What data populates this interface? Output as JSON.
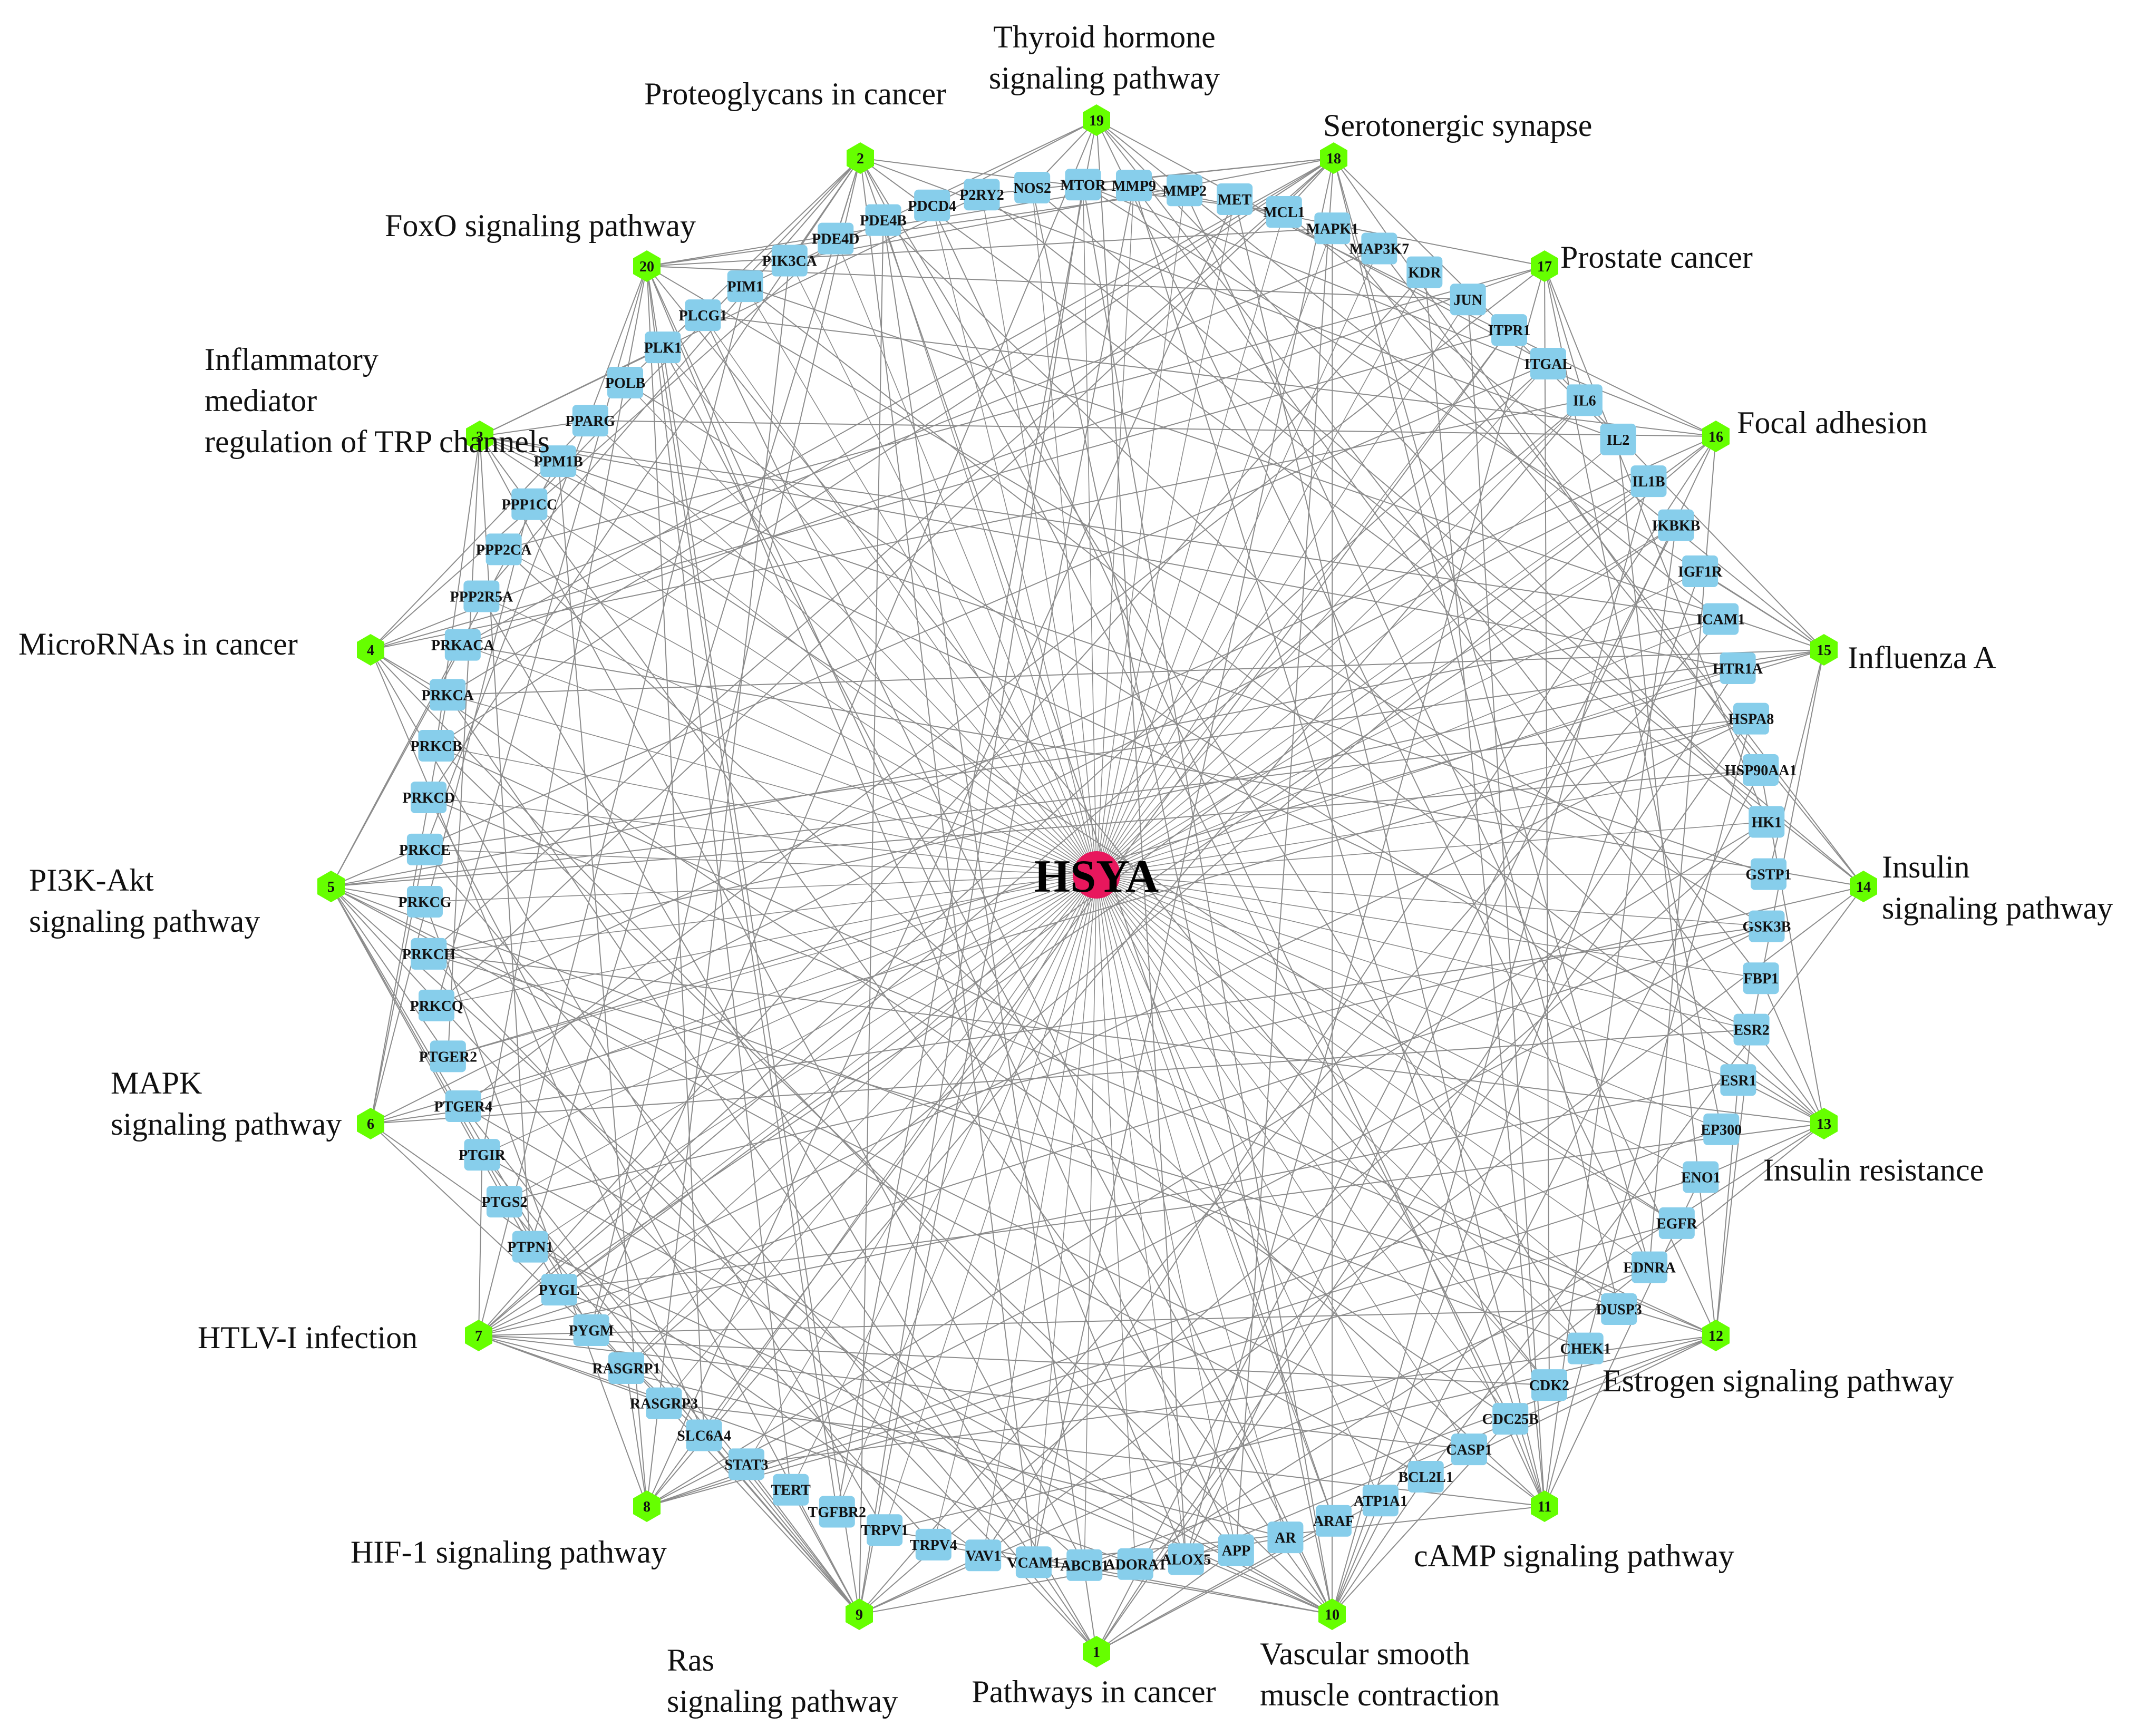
{
  "center": {
    "label": "HSYA",
    "color": "#e8175d"
  },
  "colors": {
    "pathway_node": "#66ff00",
    "gene_node": "#87ceeb",
    "edge": "#8c8c8c"
  },
  "pathways": [
    {
      "id": "1",
      "name": "Pathways in cancer"
    },
    {
      "id": "2",
      "name": "Proteoglycans in cancer"
    },
    {
      "id": "3",
      "name": "Inflammatory mediator regulation of TRP channels"
    },
    {
      "id": "4",
      "name": "MicroRNAs in cancer"
    },
    {
      "id": "5",
      "name": "PI3K-Akt signaling pathway"
    },
    {
      "id": "6",
      "name": "MAPK signaling pathway"
    },
    {
      "id": "7",
      "name": "HTLV-I infection"
    },
    {
      "id": "8",
      "name": "HIF-1 signaling pathway"
    },
    {
      "id": "9",
      "name": "Ras signaling pathway"
    },
    {
      "id": "10",
      "name": "Vascular smooth muscle contraction"
    },
    {
      "id": "11",
      "name": "cAMP signaling pathway"
    },
    {
      "id": "12",
      "name": "Estrogen signaling pathway"
    },
    {
      "id": "13",
      "name": "Insulin resistance"
    },
    {
      "id": "14",
      "name": "Insulin signaling pathway"
    },
    {
      "id": "15",
      "name": "Influenza A"
    },
    {
      "id": "16",
      "name": "Focal adhesion"
    },
    {
      "id": "17",
      "name": "Prostate cancer"
    },
    {
      "id": "18",
      "name": "Serotonergic synapse"
    },
    {
      "id": "19",
      "name": "Thyroid hormone signaling pathway"
    },
    {
      "id": "20",
      "name": "FoxO signaling pathway"
    }
  ],
  "genes": [
    "ABCB1",
    "ADORA1",
    "ALOX5",
    "APP",
    "AR",
    "ARAF",
    "ATP1A1",
    "BCL2L1",
    "CASP1",
    "CDC25B",
    "CDK2",
    "CHEK1",
    "DUSP3",
    "EDNRA",
    "EGFR",
    "ENO1",
    "EP300",
    "ESR1",
    "ESR2",
    "FBP1",
    "GSK3B",
    "GSTP1",
    "HK1",
    "HSP90AA1",
    "HSPA8",
    "HTR1A",
    "ICAM1",
    "IGF1R",
    "IKBKB",
    "IL1B",
    "IL2",
    "IL6",
    "ITGAL",
    "ITPR1",
    "JUN",
    "KDR",
    "MAP3K7",
    "MAPK1",
    "MCL1",
    "MET",
    "MMP2",
    "MMP9",
    "MTOR",
    "NOS2",
    "P2RY2",
    "PDCD4",
    "PDE4B",
    "PDE4D",
    "PIK3CA",
    "PIM1",
    "PLCG1",
    "PLK1",
    "POLB",
    "PPARG",
    "PPM1B",
    "PPP1CC",
    "PPP2CA",
    "PPP2R5A",
    "PRKACA",
    "PRKCA",
    "PRKCB",
    "PRKCD",
    "PRKCE",
    "PRKCG",
    "PRKCH",
    "PRKCQ",
    "PTGER2",
    "PTGER4",
    "PTGIR",
    "PTGS2",
    "PTPN1",
    "PYGL",
    "PYGM",
    "RASGRP1",
    "RASGRP3",
    "SLC6A4",
    "STAT3",
    "TERT",
    "TGFBR2",
    "TRPV1",
    "TRPV4",
    "VAV1",
    "VCAM1"
  ]
}
